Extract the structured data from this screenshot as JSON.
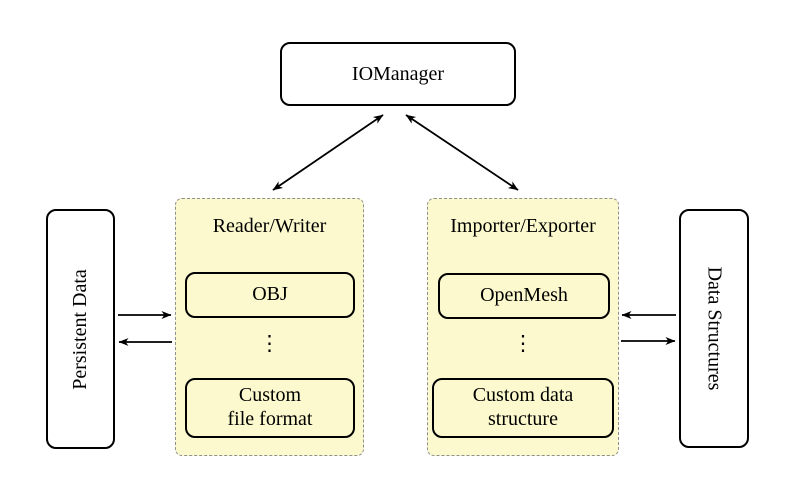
{
  "diagram": {
    "manager": {
      "label": "IOManager"
    },
    "sides": {
      "left": {
        "label": "Persistent Data"
      },
      "right": {
        "label": "Data Structures"
      }
    },
    "groups": [
      {
        "title": "Reader/Writer",
        "top_item": "OBJ",
        "ellipsis": "⋮",
        "bottom_item_line1": "Custom",
        "bottom_item_line2": "file format"
      },
      {
        "title": "Importer/Exporter",
        "top_item": "OpenMesh",
        "ellipsis": "⋮",
        "bottom_item_line1": "Custom data",
        "bottom_item_line2": "structure"
      }
    ]
  },
  "colors": {
    "group_fill": "#FBF9CD",
    "group_border": "#8f8f8f",
    "box_border": "#000000",
    "background": "#ffffff"
  }
}
